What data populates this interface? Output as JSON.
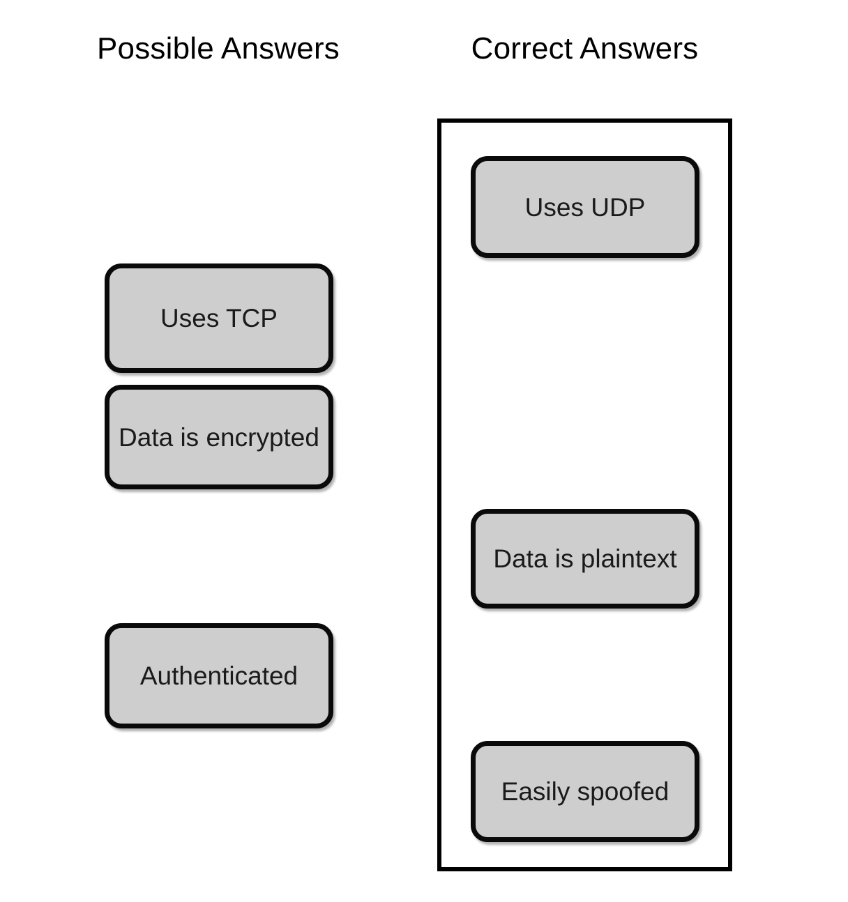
{
  "diagram": {
    "type": "two-column-answer-comparison",
    "background_color": "#ffffff",
    "box_fill_color": "#cecece",
    "box_border_color": "#0a0a0a",
    "container_border_color": "#000000",
    "text_color": "#1a1a1a"
  },
  "columns": {
    "possible": {
      "heading": "Possible Answers",
      "has_container_outline": false,
      "items": [
        {
          "label": "Uses TCP"
        },
        {
          "label": "Data is encrypted"
        },
        {
          "label": "Authenticated"
        }
      ]
    },
    "correct": {
      "heading": "Correct Answers",
      "has_container_outline": true,
      "items": [
        {
          "label": "Uses UDP"
        },
        {
          "label": "Data is plaintext"
        },
        {
          "label": "Easily spoofed"
        }
      ]
    }
  }
}
